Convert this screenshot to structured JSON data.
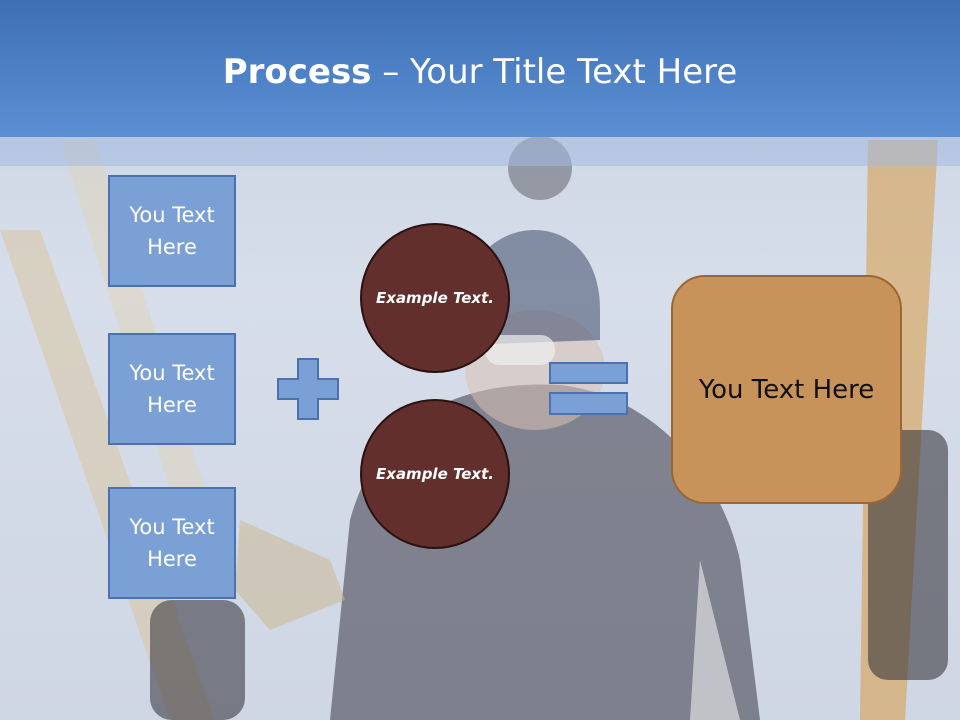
{
  "slide": {
    "title_bold": "Process",
    "title_rest": " – Your Title Text Here"
  },
  "left_boxes": [
    {
      "label": "You Text Here"
    },
    {
      "label": "You Text Here"
    },
    {
      "label": "You Text Here"
    }
  ],
  "circles": [
    {
      "label": "Example Text."
    },
    {
      "label": "Example Text."
    }
  ],
  "operators": [
    "plus-icon",
    "equals-icon"
  ],
  "result": {
    "label": "You Text Here"
  },
  "colors": {
    "header": "#4f81c7",
    "box_fill": "#7aa0d6",
    "circle_fill": "#622f2d",
    "result_fill": "#c8935a"
  }
}
